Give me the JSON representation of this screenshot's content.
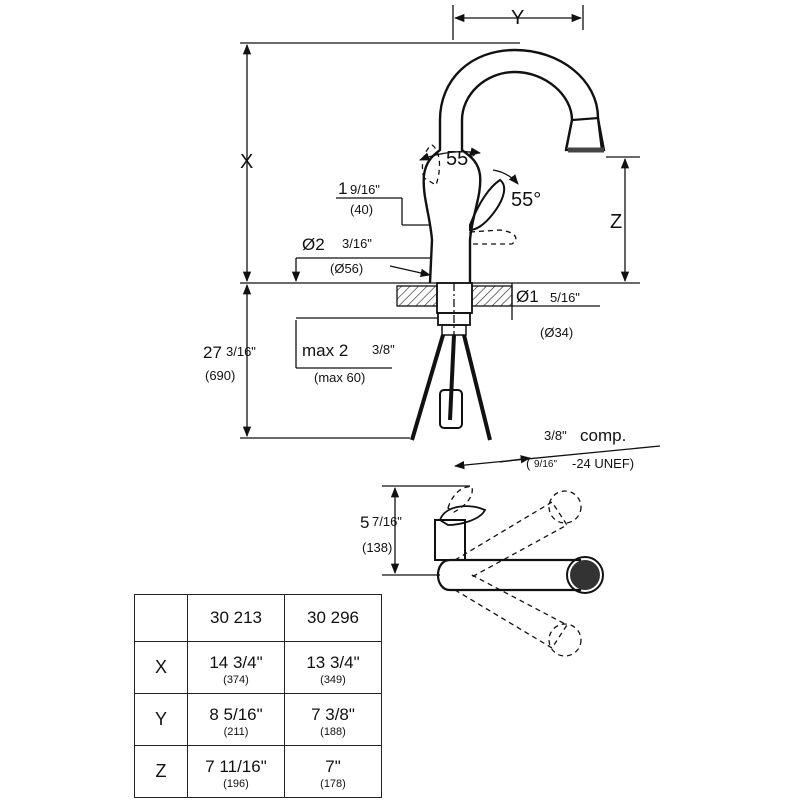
{
  "drawing": {
    "dim_x": "X",
    "dim_y": "Y",
    "dim_z": "Z",
    "angle_top": "55°",
    "angle_side": "55°",
    "lever_in_whole": "1",
    "lever_in_frac": "9/16\"",
    "lever_mm": "(40)",
    "base_dia_in_whole": "Ø2",
    "base_dia_in_frac": "3/16\"",
    "base_dia_mm": "(Ø56)",
    "hole_dia_in_whole": "Ø1",
    "hole_dia_in_frac": "5/16\"",
    "hole_dia_mm": "(Ø34)",
    "under_height_in_whole": "27",
    "under_height_in_frac": "3/16\"",
    "under_height_mm": "(690)",
    "deck_max_in_whole": "max 2",
    "deck_max_in_frac": "3/8\"",
    "deck_max_mm": "(max 60)",
    "comp_in_frac": "3/8\"",
    "comp_label": "comp.",
    "thread_frac": "9/16\"",
    "thread_label": "-24 UNEF)",
    "plan_in_whole": "5",
    "plan_in_frac": "7/16\"",
    "plan_mm": "(138)"
  },
  "table": {
    "columns": [
      "",
      "30 213",
      "30 296"
    ],
    "rows": [
      {
        "axis": "X",
        "a_in": "14 3/4\"",
        "a_mm": "(374)",
        "b_in": "13 3/4\"",
        "b_mm": "(349)"
      },
      {
        "axis": "Y",
        "a_in": "8 5/16\"",
        "a_mm": "(211)",
        "b_in": "7 3/8\"",
        "b_mm": "(188)"
      },
      {
        "axis": "Z",
        "a_in": "7 11/16\"",
        "a_mm": "(196)",
        "b_in": "7\"",
        "b_mm": "(178)"
      }
    ]
  }
}
